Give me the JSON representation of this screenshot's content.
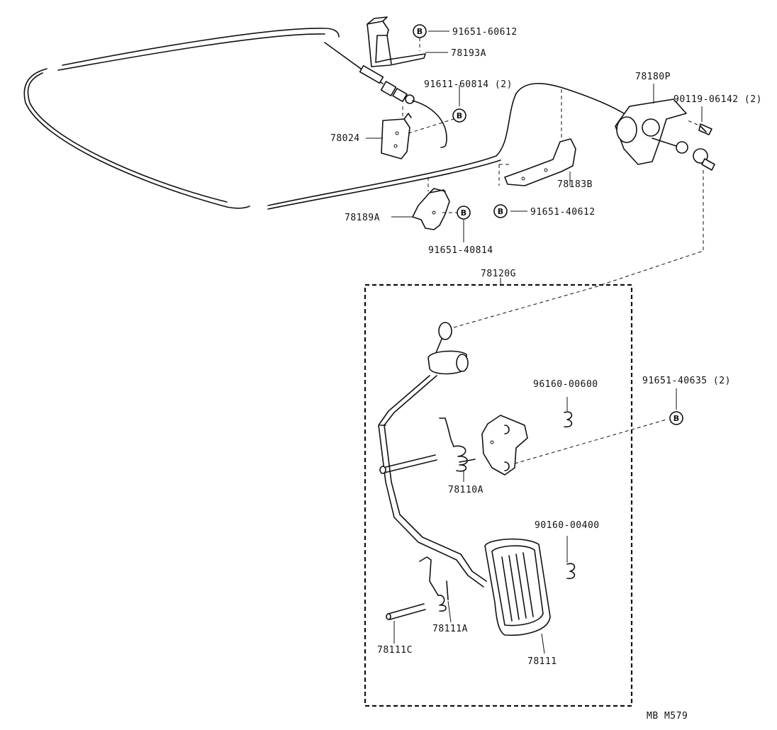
{
  "labels": {
    "p91651_60612": "91651-60612",
    "p78193A": "78193A",
    "p91611_60814": "91611-60814 (2)",
    "p78180P": "78180P",
    "p90119_06142": "90119-06142 (2)",
    "p78024": "78024",
    "p78183B": "78183B",
    "p91651_40612": "91651-40612",
    "p78189A": "78189A",
    "p91651_40814": "91651-40814",
    "p78120G": "78120G",
    "p96160_00600": "96160-00600",
    "p91651_40635": "91651-40635 (2)",
    "p78110A": "78110A",
    "p90160_00400": "90160-00400",
    "p78111A": "78111A",
    "p78111C": "78111C",
    "p78111": "78111",
    "code": "MB M579"
  },
  "bolt_marker": "B"
}
